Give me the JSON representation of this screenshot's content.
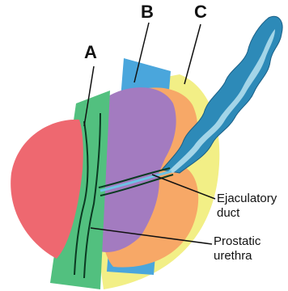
{
  "labels": {
    "zone_a": "A",
    "zone_b": "B",
    "zone_c": "C",
    "ejaculatory_line1": "Ejaculatory",
    "ejaculatory_line2": "duct",
    "urethra_line1": "Prostatic",
    "urethra_line2": "urethra"
  },
  "colors": {
    "prostate_lobe": "#ee6870",
    "zone_a": "#52c07f",
    "zone_b": "#4aa6dc",
    "zone_c": "#f2ef86",
    "central_purple": "#a37bc0",
    "orange_region": "#f7a867",
    "seminal_vesicle_outer": "#2d8ab8",
    "seminal_vesicle_inner": "#a3d5e8",
    "duct_outline": "#0b3a22",
    "text": "#111111"
  }
}
